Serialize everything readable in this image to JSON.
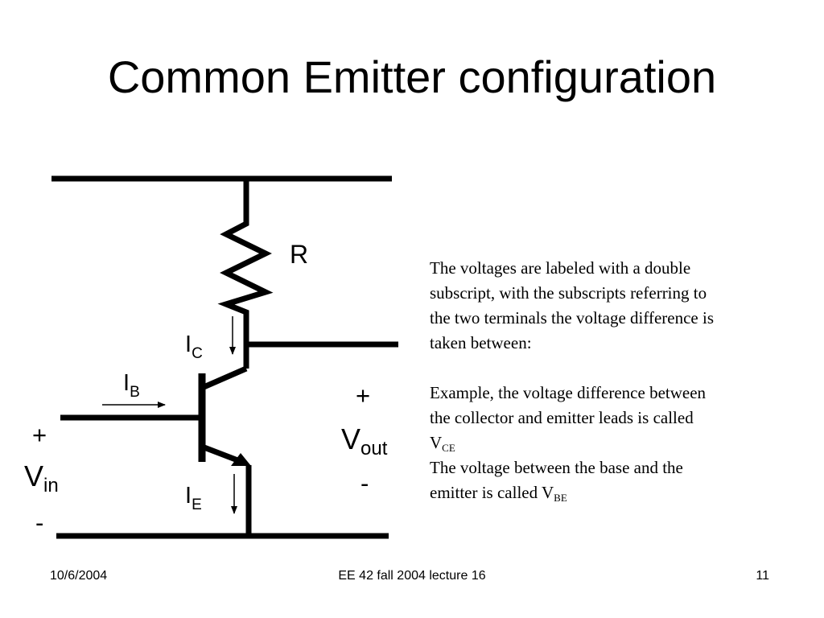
{
  "slide": {
    "title": "Common Emitter configuration"
  },
  "circuit": {
    "resistor_label": "R",
    "collector_current": {
      "main": "I",
      "sub": "C"
    },
    "base_current": {
      "main": "I",
      "sub": "B"
    },
    "emitter_current": {
      "main": "I",
      "sub": "E"
    },
    "vin": {
      "plus": "+",
      "main": "V",
      "sub": "in",
      "minus": "-"
    },
    "vout": {
      "plus": "+",
      "main": "V",
      "sub": "out",
      "minus": "-"
    }
  },
  "explanation": {
    "p1": "The voltages are labeled with a double subscript, with the subscripts referring to the two terminals the voltage difference is taken between:",
    "p2_text": "Example, the voltage difference between the collector and emitter leads is called V",
    "p2_sub": "CE",
    "p3_text": "The voltage between the base and the emitter is called V",
    "p3_sub": "BE"
  },
  "footer": {
    "date": "10/6/2004",
    "course": "EE 42 fall 2004 lecture 16",
    "page": "11"
  }
}
